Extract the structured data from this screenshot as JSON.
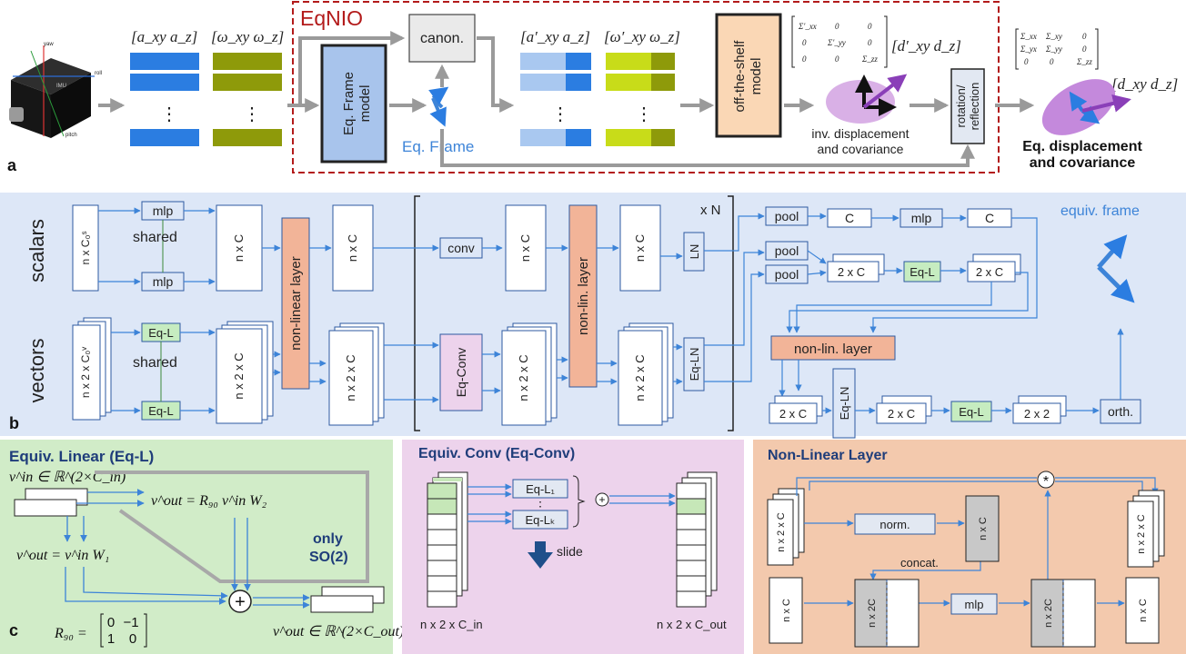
{
  "panel_a": {
    "label": "a",
    "imu_chip_text": "IMU",
    "imu_axis_labels": [
      "yaw",
      "roll",
      "pitch"
    ],
    "accel_label": "[a_xy a_z]",
    "gyro_label": "[ω_xy ω_z]",
    "ellipsis": "⋮",
    "eqnio_title": "EqNIO",
    "canon_label": "canon.",
    "frame_model_label_1": "Eq. Frame",
    "frame_model_label_2": "model",
    "eq_frame_label": "Eq. Frame",
    "accel_canon_label": "[a′_xy a_z]",
    "gyro_canon_label": "[ω′_xy ω_z]",
    "offshelf_label_1": "off-the-shelf",
    "offshelf_label_2": "model",
    "inv_disp_label": "[d′_xy d_z]",
    "inv_caption_1": "inv. displacement",
    "inv_caption_2": "and covariance",
    "rot_label_1": "rotation/",
    "rot_label_2": "reflection",
    "eq_disp_label": "[d_xy d_z]",
    "eq_caption_1": "Eq. displacement",
    "eq_caption_2": "and covariance",
    "cov_inv": [
      [
        "Σ′_xx",
        "0",
        "0"
      ],
      [
        "0",
        "Σ′_yy",
        "0"
      ],
      [
        "0",
        "0",
        "Σ_zz"
      ]
    ],
    "cov_eq": [
      [
        "Σ_xx",
        "Σ_xy",
        "0"
      ],
      [
        "Σ_yx",
        "Σ_yy",
        "0"
      ],
      [
        "0",
        "0",
        "Σ_zz"
      ]
    ]
  },
  "panel_b": {
    "label": "b",
    "scalars_label": "scalars",
    "vectors_label": "vectors",
    "mlp": "mlp",
    "shared": "shared",
    "eql": "Eq-L",
    "in_scalar": "n x C₀ˢ",
    "in_vector": "n x 2 x C₀ᵛ",
    "nxc": "n x C",
    "nx2xc": "n x 2 x C",
    "nonlinear_layer": "non-linear layer",
    "nonlin_layer": "non-lin. layer",
    "conv": "conv",
    "eqconv": "Eq-Conv",
    "ln": "LN",
    "eqln": "Eq-LN",
    "xn": "x N",
    "pool": "pool",
    "c": "C",
    "twoxc": "2 x C",
    "twox2": "2 x 2",
    "orth": "orth.",
    "equiv_frame": "equiv. frame"
  },
  "panel_c": {
    "label": "c",
    "title": "Equiv. Linear (Eq-L)",
    "vin": "v^in ∈ ℝ^(2×C_in)",
    "vout_r90": "v^out = R₉₀ v^in W₂",
    "vout_w1": "v^out = v^in W₁",
    "only": "only",
    "so2": "SO(2)",
    "r90_lhs": "R₉₀ =",
    "r90_matrix": [
      [
        "0",
        "−1"
      ],
      [
        "1",
        "0"
      ]
    ],
    "vout_space": "v^out ∈ ℝ^(2×C_out)",
    "plus": "+"
  },
  "panel_d": {
    "title": "Equiv. Conv (Eq-Conv)",
    "eql1": "Eq-L₁",
    "eqlk": "Eq-Lₖ",
    "dots": "⋮",
    "slide": "slide",
    "in_label": "n x 2 x C_in",
    "out_label": "n x 2 x C_out"
  },
  "panel_e": {
    "title": "Non-Linear Layer",
    "nx2xc": "n x 2 x C",
    "norm": "norm.",
    "nxc": "n x C",
    "concat": "concat.",
    "mlp": "mlp",
    "nx2c": "n x 2C",
    "times": "*"
  },
  "colors": {
    "blue_bar": "#2b7de1",
    "blue_light": "#a9c8f0",
    "olive": "#8e9a0a",
    "lime": "#c8dc19",
    "frame_model": "#a8c4ec",
    "offshelf": "#fad7b5",
    "eqnio_red": "#b31b1b",
    "panel_b_bg": "#dde7f7",
    "panel_c_bg": "#d1ecc8",
    "panel_d_bg": "#edd3ec",
    "panel_e_bg": "#f3c9ad",
    "salmon": "#f2b498",
    "eql_green": "#c6ecc0",
    "arrow_blue": "#3d84d8",
    "purple": "#9b59c6",
    "lavender": "#d9b0e6"
  }
}
